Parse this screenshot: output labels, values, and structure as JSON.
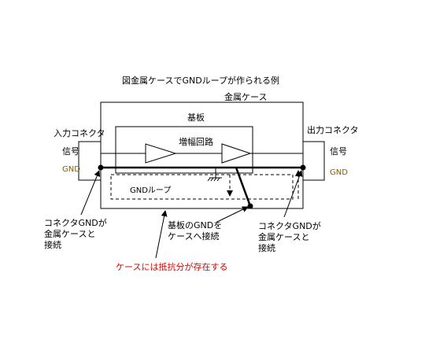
{
  "title": "図金属ケースでGNDループが作られる例",
  "labels": {
    "metal_case": "金属ケース",
    "board": "基板",
    "input_connector": "入力コネクタ",
    "output_connector": "出力コネクタ",
    "signal_in": "信号",
    "signal_out": "信号",
    "gnd_in": "GND",
    "gnd_out": "GND",
    "amplifier": "増幅回路",
    "gnd_loop": "GNDループ",
    "note_left_1": "コネクタGNDが",
    "note_left_2": "金属ケースと",
    "note_left_3": "接続",
    "note_mid_1": "基板のGNDを",
    "note_mid_2": "ケースへ接続",
    "note_right_1": "コネクタGNDが",
    "note_right_2": "金属ケースと",
    "note_right_3": "接続",
    "resistance_note": "ケースには抵抗分が存在する"
  },
  "colors": {
    "line": "#000000",
    "gnd_text": "#806000",
    "warning_text": "#e00000"
  }
}
